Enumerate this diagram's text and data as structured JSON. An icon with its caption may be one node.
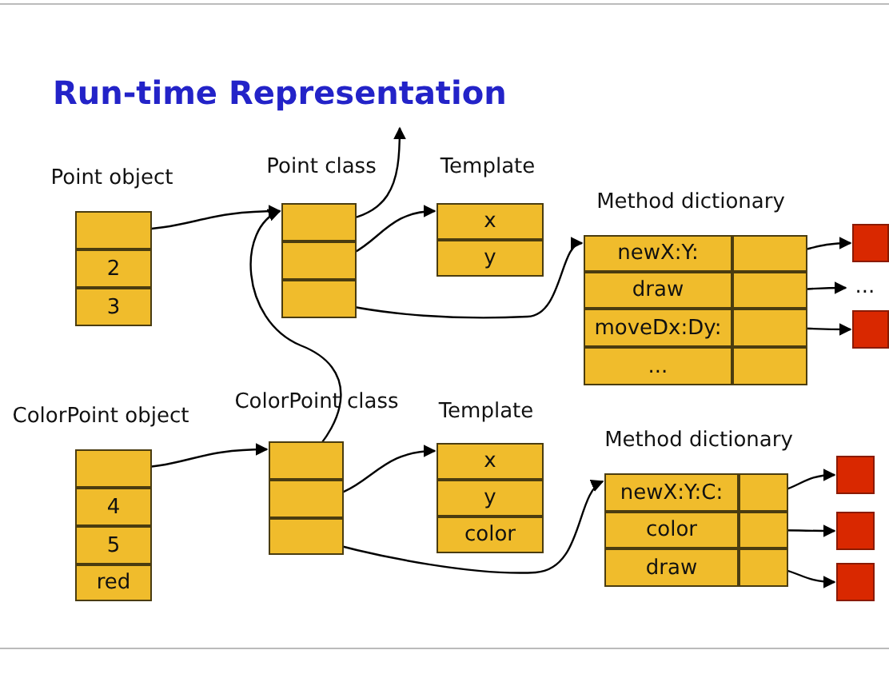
{
  "diagram": {
    "title": "Run-time Representation",
    "nodes": [
      {
        "text": [
          "Point object"
        ]
      },
      {
        "text": [],
        "shape": "box",
        "in": 0
      },
      {
        "text": [
          "2"
        ],
        "in": 0
      },
      {
        "text": [
          "3"
        ],
        "in": 0
      },
      {
        "text": [
          "Point class"
        ]
      },
      {
        "text": [],
        "shape": "box",
        "in": 4
      },
      {
        "text": [],
        "shape": "box",
        "in": 4
      },
      {
        "text": [],
        "shape": "box",
        "in": 4
      },
      {
        "text": [
          "Template"
        ]
      },
      {
        "text": [
          "x"
        ],
        "in": 8
      },
      {
        "text": [
          "y"
        ],
        "in": 8
      },
      {
        "text": [
          "Method dictionary"
        ]
      },
      {
        "text": [
          "newX:Y:"
        ],
        "in": 11
      },
      {
        "text": [],
        "shape": "box",
        "in": 11
      },
      {
        "text": [
          "draw"
        ],
        "in": 11
      },
      {
        "text": [],
        "shape": "box",
        "in": 11
      },
      {
        "text": [
          "moveDx:Dy:"
        ],
        "in": 11
      },
      {
        "text": [],
        "shape": "box",
        "in": 11
      },
      {
        "text": [
          "..."
        ],
        "in": 11
      },
      {
        "text": [],
        "shape": "box",
        "in": 11
      },
      {
        "text": [],
        "shape": "box"
      },
      {
        "text": [
          "..."
        ]
      },
      {
        "text": [],
        "shape": "box"
      },
      {
        "text": [
          "ColorPoint object"
        ]
      },
      {
        "text": [],
        "shape": "box",
        "in": 23
      },
      {
        "text": [
          "4"
        ],
        "in": 23
      },
      {
        "text": [
          "5"
        ],
        "in": 23
      },
      {
        "text": [
          "red"
        ],
        "in": 23
      },
      {
        "text": [
          "ColorPoint class"
        ]
      },
      {
        "text": [],
        "shape": "box",
        "in": 28
      },
      {
        "text": [],
        "shape": "box",
        "in": 28
      },
      {
        "text": [],
        "shape": "box",
        "in": 28
      },
      {
        "text": [
          "Template"
        ]
      },
      {
        "text": [
          "x"
        ],
        "in": 32
      },
      {
        "text": [
          "y"
        ],
        "in": 32
      },
      {
        "text": [
          "color"
        ],
        "in": 32
      },
      {
        "text": [
          "Method dictionary"
        ]
      },
      {
        "text": [
          "newX:Y:C:"
        ],
        "in": 36
      },
      {
        "text": [],
        "shape": "box",
        "in": 36
      },
      {
        "text": [
          "color"
        ],
        "in": 36
      },
      {
        "text": [],
        "shape": "box",
        "in": 36
      },
      {
        "text": [
          "draw"
        ],
        "in": 36
      },
      {
        "text": [],
        "shape": "box",
        "in": 36
      },
      {
        "text": [],
        "shape": "box"
      },
      {
        "text": [],
        "shape": "box"
      },
      {
        "text": [],
        "shape": "box"
      }
    ],
    "edges": [
      {
        "from": 1,
        "to": 4,
        "arrow": "to"
      },
      {
        "from": 5,
        "to": null,
        "arrow": "to"
      },
      {
        "from": 6,
        "to": 8,
        "arrow": "to"
      },
      {
        "from": 7,
        "to": 11,
        "arrow": "to"
      },
      {
        "from": 13,
        "to": 20,
        "arrow": "to"
      },
      {
        "from": 15,
        "to": 21,
        "arrow": "to"
      },
      {
        "from": 17,
        "to": 22,
        "arrow": "to"
      },
      {
        "from": 24,
        "to": 28,
        "arrow": "to"
      },
      {
        "from": 29,
        "to": 4,
        "arrow": "to"
      },
      {
        "from": 30,
        "to": 32,
        "arrow": "to"
      },
      {
        "from": 31,
        "to": 36,
        "arrow": "to"
      },
      {
        "from": 38,
        "to": 43,
        "arrow": "to"
      },
      {
        "from": 40,
        "to": 44,
        "arrow": "to"
      },
      {
        "from": 42,
        "to": 45,
        "arrow": "to"
      }
    ]
  }
}
